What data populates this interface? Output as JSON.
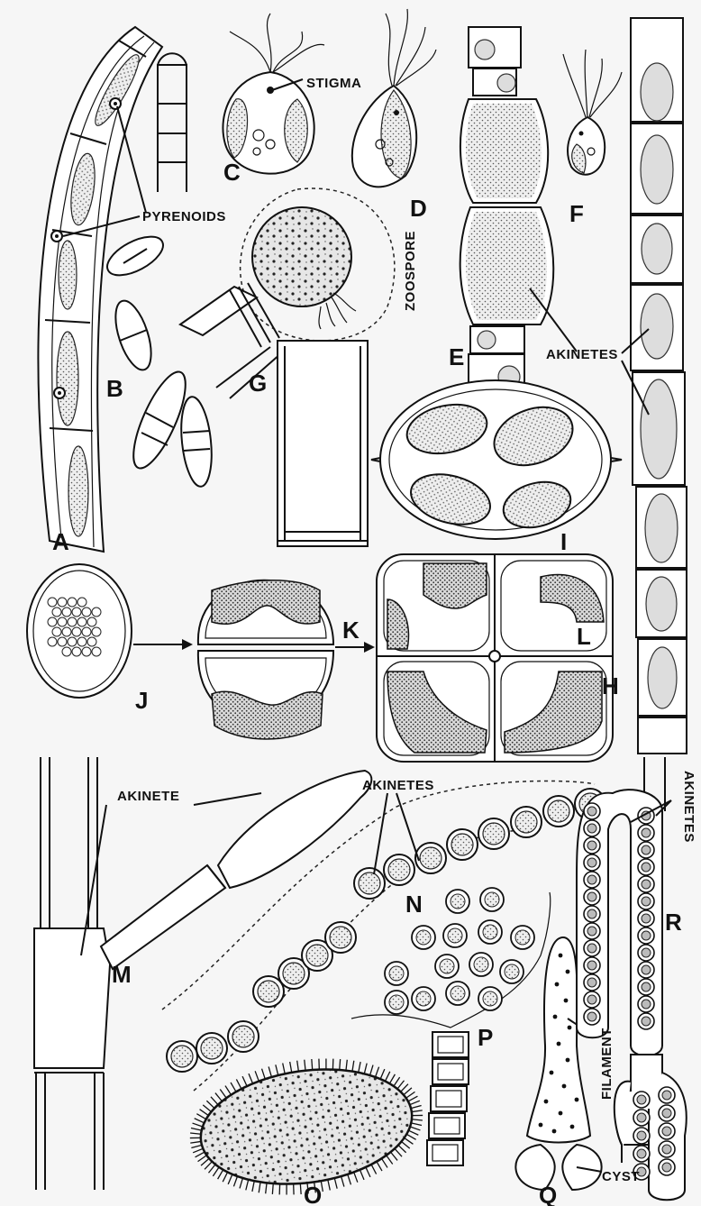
{
  "figure": {
    "letters": {
      "A": "A",
      "B": "B",
      "C": "C",
      "D": "D",
      "E": "E",
      "F": "F",
      "G": "G",
      "H": "H",
      "I": "I",
      "J": "J",
      "K": "K",
      "L": "L",
      "M": "M",
      "N": "N",
      "O": "O",
      "P": "P",
      "Q": "Q",
      "R": "R"
    },
    "labels": {
      "stigma": "STIGMA",
      "pyrenoids": "PYRENOIDS",
      "zoospore": "ZOOSPORE",
      "akinetes_h": "AKINETES",
      "akinete_m": "AKINETE",
      "akinetes_n": "AKINETES",
      "akinetes_r": "AKINETES",
      "filament": "FILAMENT",
      "cyst": "CYST"
    }
  }
}
